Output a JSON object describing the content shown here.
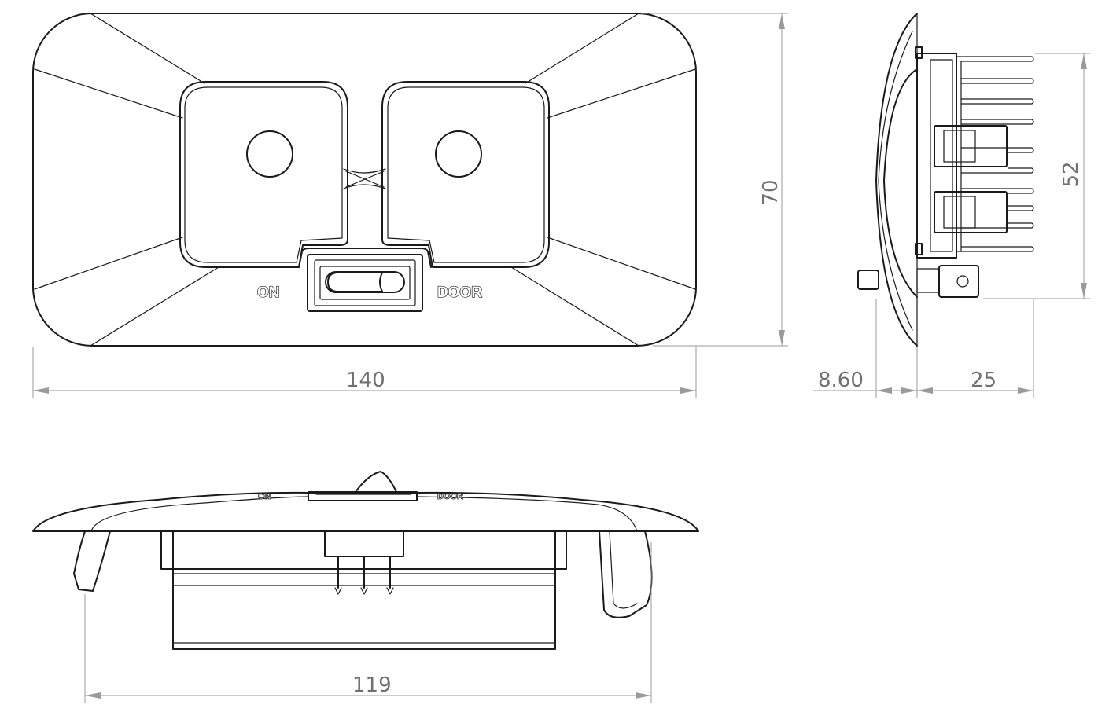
{
  "front_view": {
    "switch_labels": {
      "left": "ON",
      "right": "DOOR"
    }
  },
  "dimensions": {
    "overall_width": "140",
    "overall_height": "70",
    "cutout_width": "119",
    "faceplate_depth": "8.60",
    "body_depth": "25",
    "cutout_height": "52"
  },
  "colors": {
    "line": "#1a1a1a",
    "dimension": "#9a9a9a",
    "dimension_text": "#707070"
  }
}
